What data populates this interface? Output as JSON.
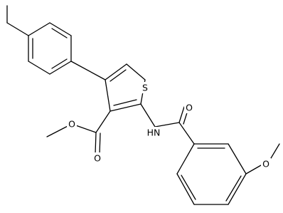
{
  "molecule": {
    "atom_labels": {
      "sulfur": "S",
      "ester_carbonyl_oxygen": "O",
      "ester_ether_oxygen": "O",
      "amide_nitrogen": "HN",
      "amide_carbonyl_oxygen": "O",
      "methoxy_oxygen": "O"
    }
  }
}
